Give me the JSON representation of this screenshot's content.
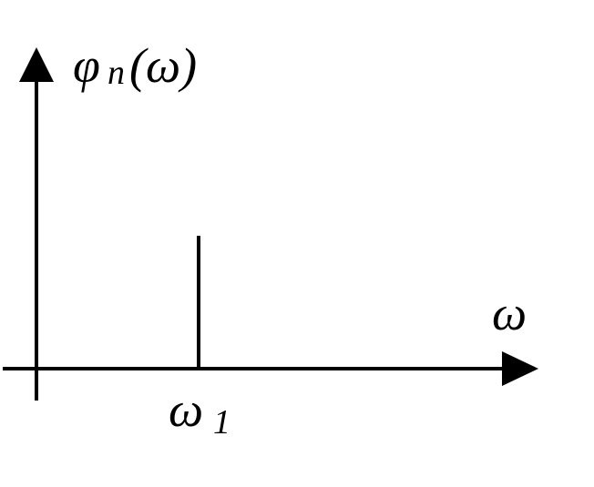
{
  "y_axis": {
    "symbol": "φ",
    "subscript": "n",
    "argument": "(ω)"
  },
  "x_axis": {
    "symbol": "ω"
  },
  "spectral_line": {
    "symbol": "ω",
    "subscript": "1"
  },
  "colors": {
    "stroke": "#000000",
    "background": "#ffffff"
  }
}
